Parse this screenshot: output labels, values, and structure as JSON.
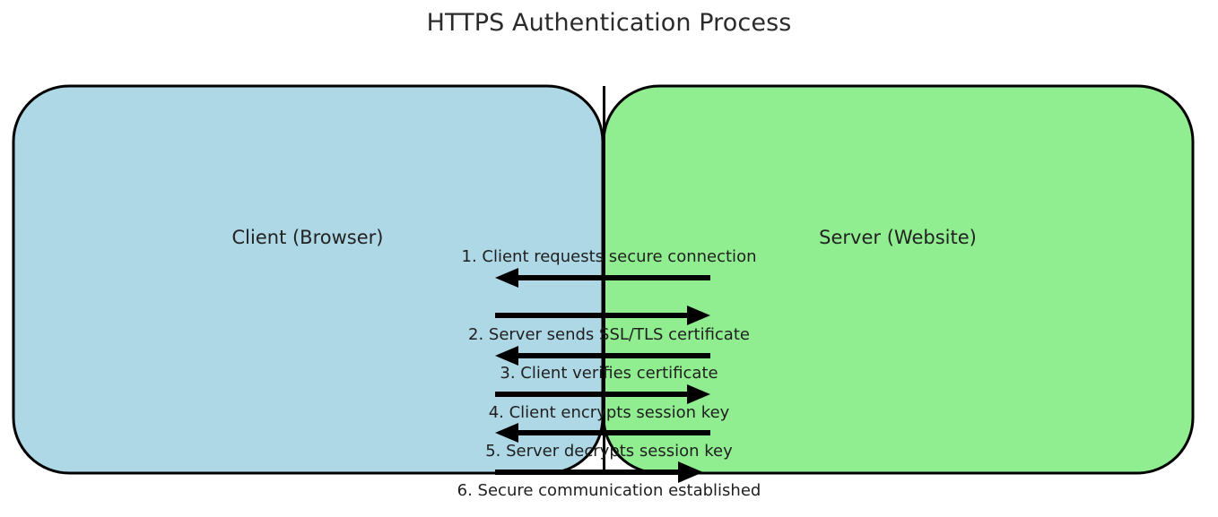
{
  "title": "HTTPS Authentication Process",
  "colors": {
    "client_fill": "#aed8e6",
    "server_fill": "#90ee90",
    "stroke": "#000000",
    "background": "#ffffff",
    "text": "#222222",
    "title_text": "#2b2b2b"
  },
  "nodes": [
    {
      "id": "client",
      "label": "Client (Browser)",
      "fill": "#aed8e6"
    },
    {
      "id": "server",
      "label": "Server (Website)",
      "fill": "#90ee90"
    }
  ],
  "steps": [
    {
      "number": "1",
      "label": "1. Client requests secure connection",
      "direction": "left",
      "from": "server",
      "to": "client"
    },
    {
      "number": "2",
      "label": "2. Server sends SSL/TLS certificate",
      "direction": "right",
      "from": "client",
      "to": "server"
    },
    {
      "number": "3",
      "label": "3. Client verifies certificate",
      "direction": "left",
      "from": "server",
      "to": "client"
    },
    {
      "number": "4",
      "label": "4. Client encrypts session key",
      "direction": "right",
      "from": "client",
      "to": "server"
    },
    {
      "number": "5",
      "label": "5. Server decrypts session key",
      "direction": "left",
      "from": "server",
      "to": "client"
    },
    {
      "number": "6",
      "label": "6. Secure communication established",
      "direction": "right",
      "from": "client",
      "to": "server"
    }
  ]
}
